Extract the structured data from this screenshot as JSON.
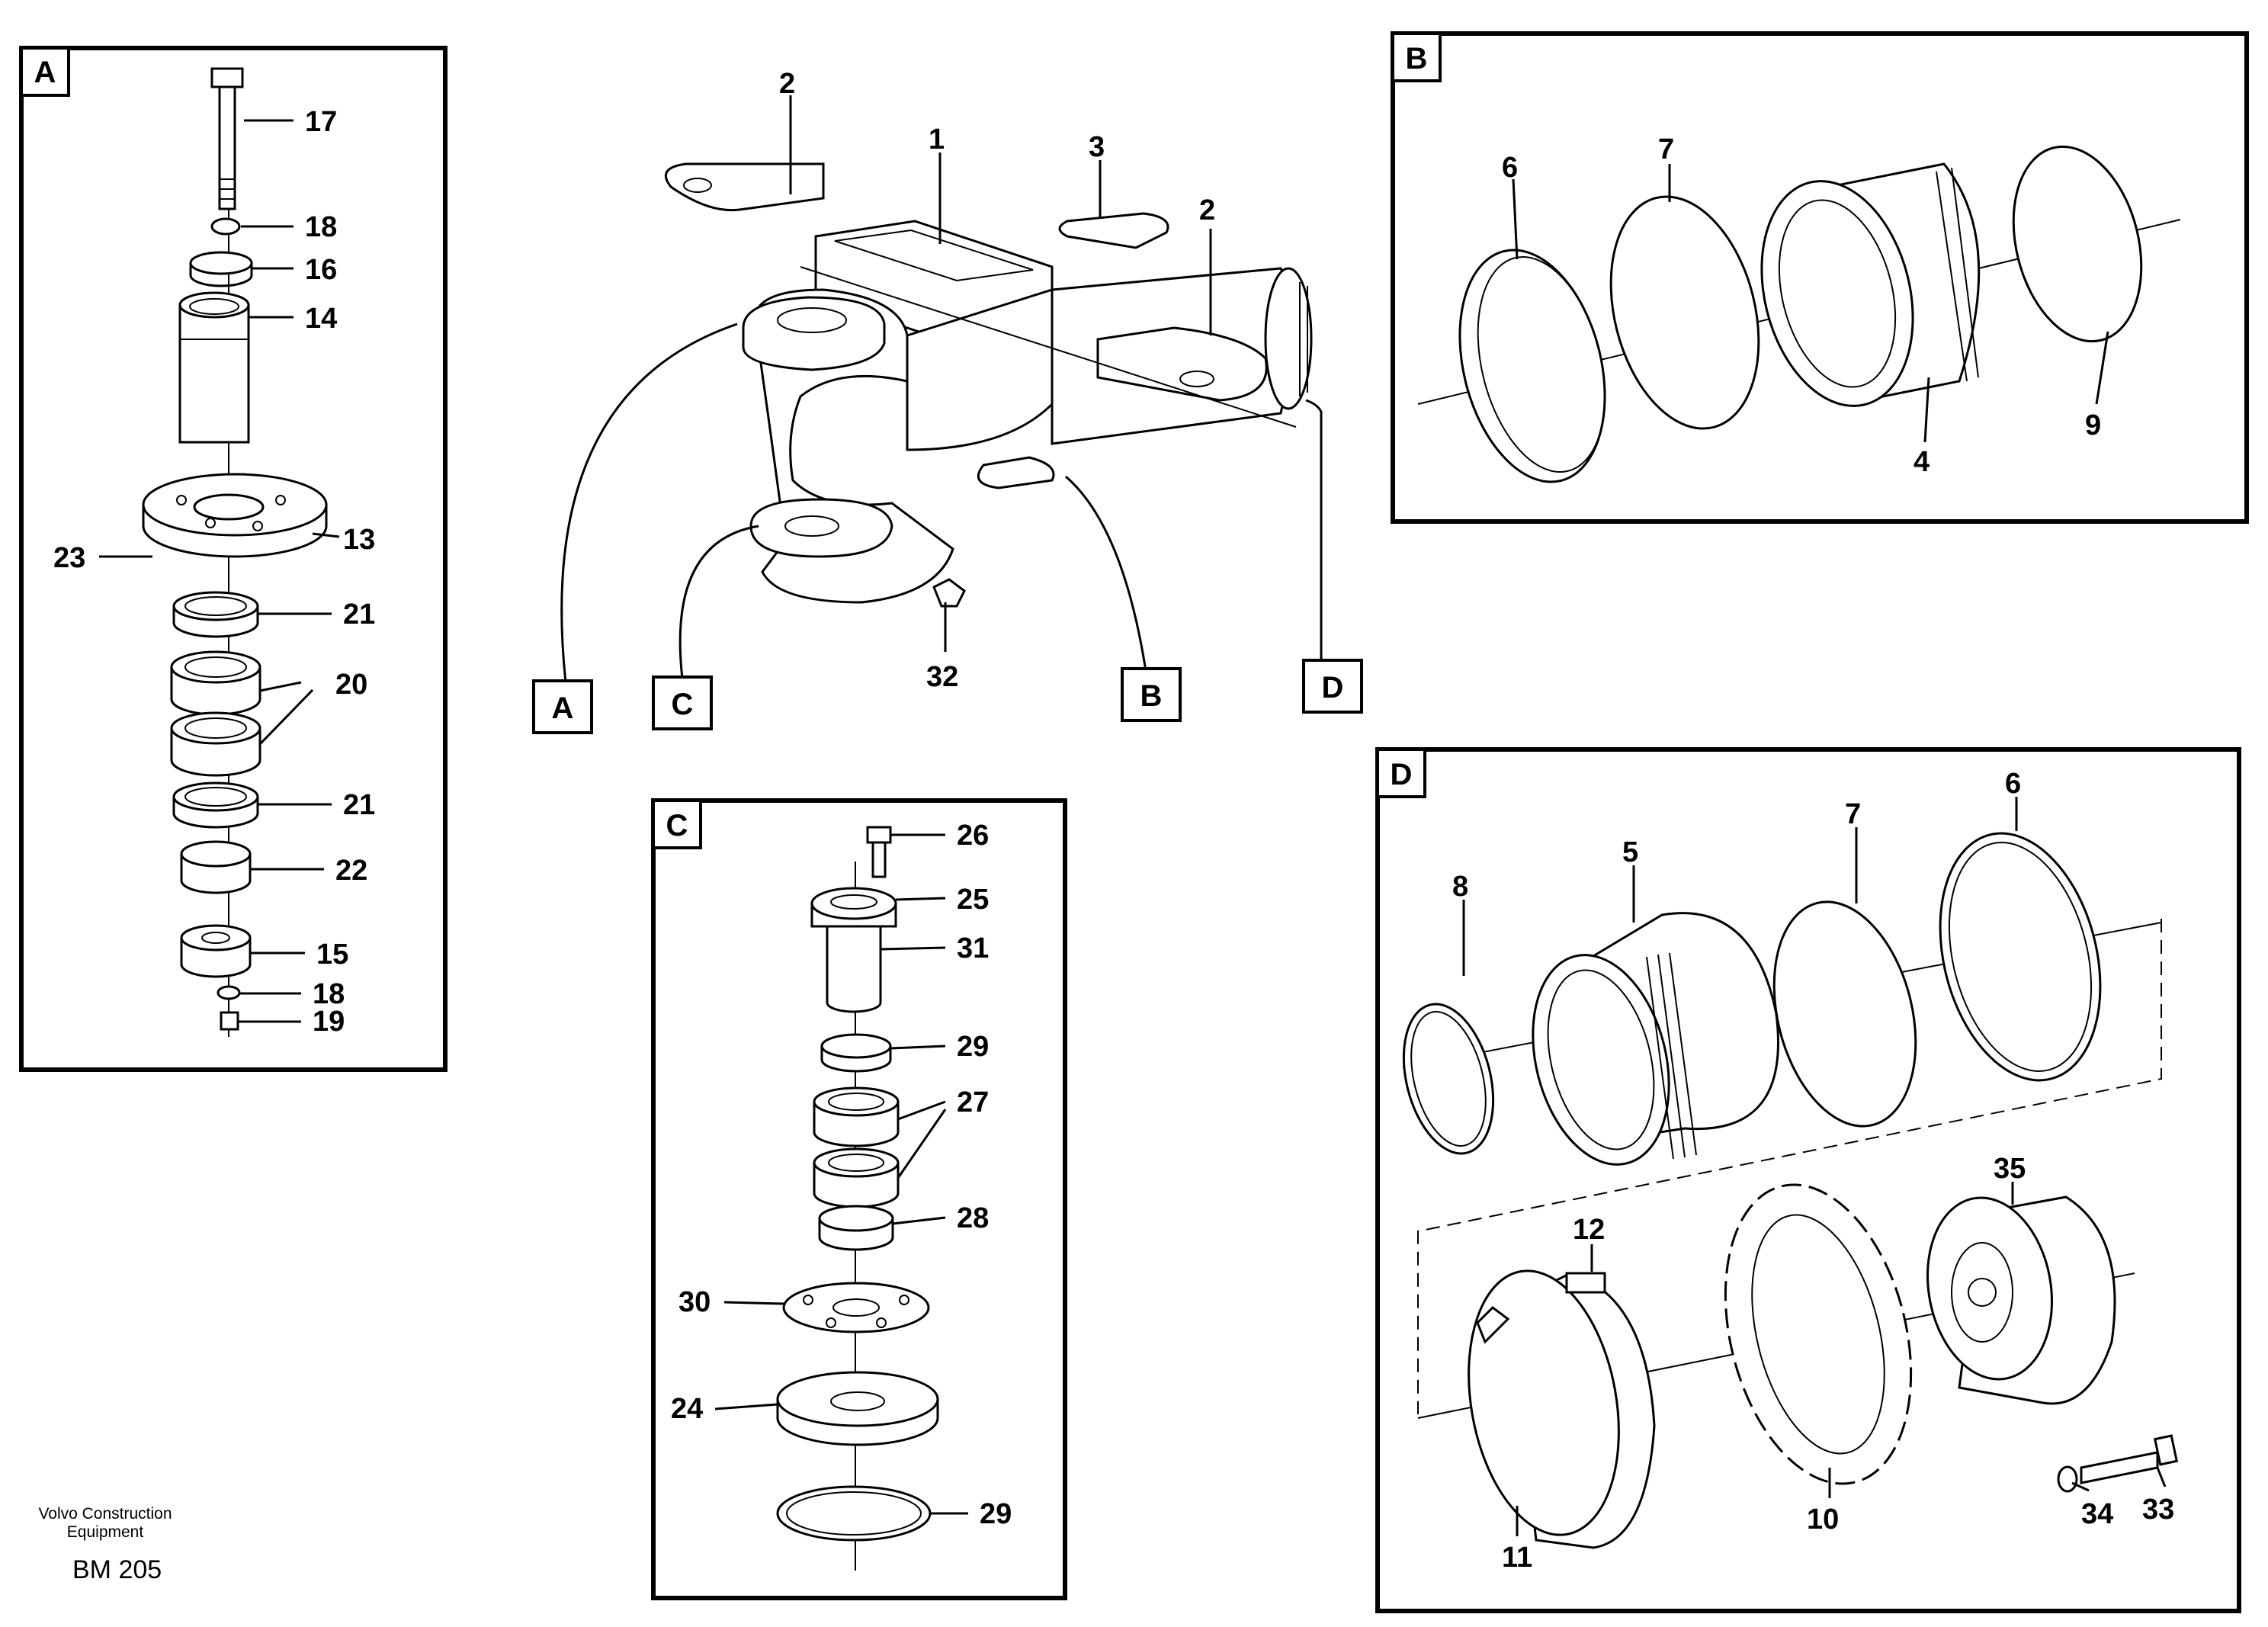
{
  "panels": {
    "A": {
      "tag": "A",
      "callouts": [
        "17",
        "18",
        "16",
        "14",
        "13",
        "23",
        "21",
        "20",
        "21",
        "22",
        "15",
        "18",
        "19"
      ]
    },
    "B": {
      "tag": "B",
      "callouts": [
        "6",
        "7",
        "4",
        "9"
      ]
    },
    "C": {
      "tag": "C",
      "callouts": [
        "26",
        "25",
        "31",
        "29",
        "27",
        "28",
        "30",
        "24",
        "29"
      ]
    },
    "D": {
      "tag": "D",
      "callouts": [
        "8",
        "5",
        "7",
        "6",
        "12",
        "35",
        "11",
        "10",
        "34",
        "33"
      ]
    }
  },
  "main": {
    "callouts": [
      "2",
      "1",
      "3",
      "2",
      "32"
    ],
    "pointers": [
      "A",
      "C",
      "B",
      "D"
    ]
  },
  "footer": {
    "company_line1": "Volvo Construction",
    "company_line2": "Equipment",
    "code": "BM 205"
  }
}
